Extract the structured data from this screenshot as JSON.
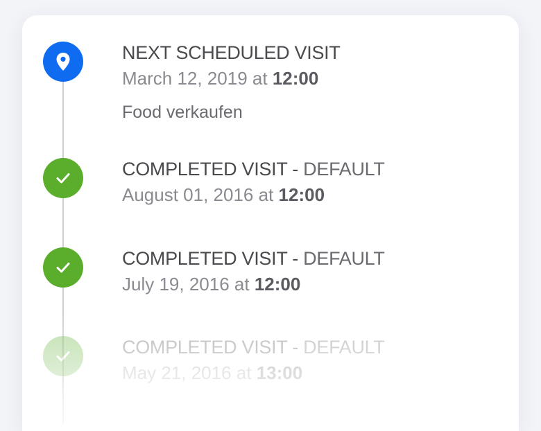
{
  "visits": [
    {
      "title": "NEXT SCHEDULED VISIT",
      "title_suffix": "",
      "date": "March 12, 2019 at",
      "time": "12:00",
      "note": "Food verkaufen",
      "status_icon": "location-pin-icon",
      "status_color": "#0f6cf0"
    },
    {
      "title": "COMPLETED VISIT - ",
      "title_suffix": "DEFAULT",
      "date": "August 01, 2016 at",
      "time": "12:00",
      "status_icon": "checkmark-icon",
      "status_color": "#5aae2c"
    },
    {
      "title": "COMPLETED VISIT - ",
      "title_suffix": "DEFAULT",
      "date": "July 19, 2016 at",
      "time": "12:00",
      "status_icon": "checkmark-icon",
      "status_color": "#5aae2c"
    },
    {
      "title": "COMPLETED VISIT - ",
      "title_suffix": "DEFAULT",
      "date": "May 21, 2016 at",
      "time": "13:00",
      "status_icon": "checkmark-icon",
      "status_color": "#5aae2c"
    }
  ]
}
